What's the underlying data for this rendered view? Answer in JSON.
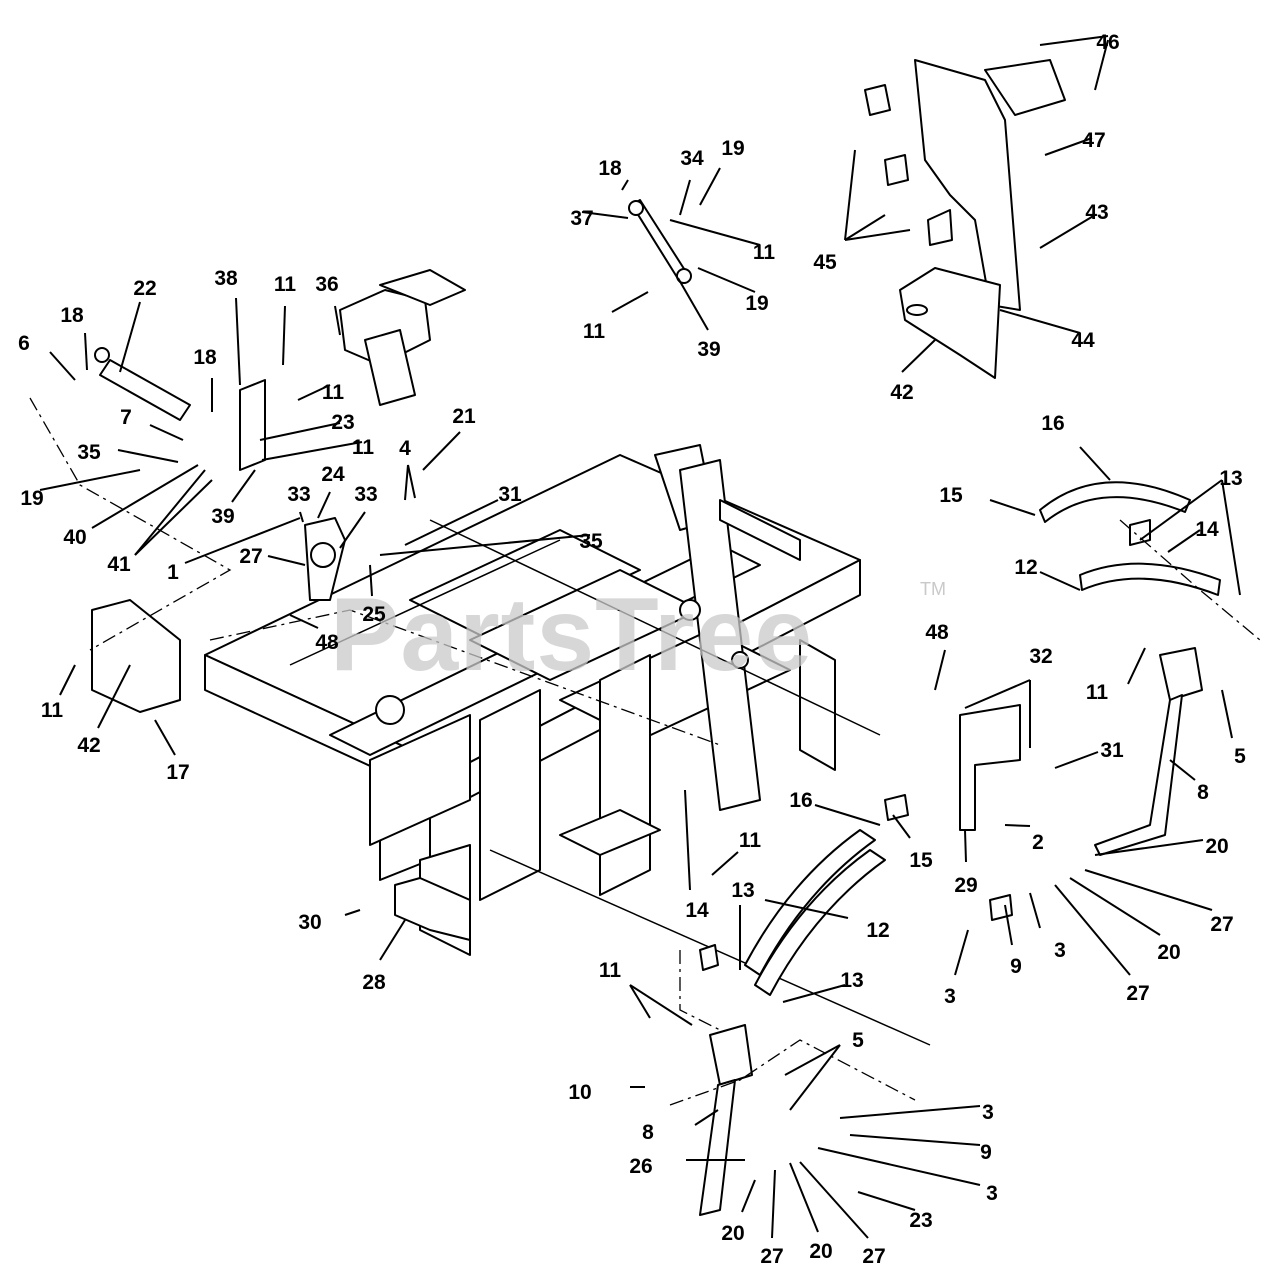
{
  "watermark": {
    "text": "PartsTree",
    "trademark": "TM"
  },
  "callouts": [
    {
      "id": "46a",
      "label": "46"
    },
    {
      "id": "47",
      "label": "47"
    },
    {
      "id": "43",
      "label": "43"
    },
    {
      "id": "44",
      "label": "44"
    },
    {
      "id": "42a",
      "label": "42"
    },
    {
      "id": "45",
      "label": "45"
    },
    {
      "id": "18a",
      "label": "18"
    },
    {
      "id": "34",
      "label": "34"
    },
    {
      "id": "19a",
      "label": "19"
    },
    {
      "id": "37",
      "label": "37"
    },
    {
      "id": "11a",
      "label": "11"
    },
    {
      "id": "19b",
      "label": "19"
    },
    {
      "id": "11b",
      "label": "11"
    },
    {
      "id": "39a",
      "label": "39"
    },
    {
      "id": "22",
      "label": "22"
    },
    {
      "id": "38",
      "label": "38"
    },
    {
      "id": "11c",
      "label": "11"
    },
    {
      "id": "36",
      "label": "36"
    },
    {
      "id": "6",
      "label": "6"
    },
    {
      "id": "18b",
      "label": "18"
    },
    {
      "id": "18c",
      "label": "18"
    },
    {
      "id": "11d",
      "label": "11"
    },
    {
      "id": "7",
      "label": "7"
    },
    {
      "id": "23a",
      "label": "23"
    },
    {
      "id": "21",
      "label": "21"
    },
    {
      "id": "35a",
      "label": "35"
    },
    {
      "id": "11e",
      "label": "11"
    },
    {
      "id": "4",
      "label": "4"
    },
    {
      "id": "19c",
      "label": "19"
    },
    {
      "id": "40",
      "label": "40"
    },
    {
      "id": "39b",
      "label": "39"
    },
    {
      "id": "24",
      "label": "24"
    },
    {
      "id": "33a",
      "label": "33"
    },
    {
      "id": "33b",
      "label": "33"
    },
    {
      "id": "31a",
      "label": "31"
    },
    {
      "id": "41",
      "label": "41"
    },
    {
      "id": "1",
      "label": "1"
    },
    {
      "id": "27a",
      "label": "27"
    },
    {
      "id": "35b",
      "label": "35"
    },
    {
      "id": "25",
      "label": "25"
    },
    {
      "id": "48a",
      "label": "48"
    },
    {
      "id": "11f",
      "label": "11"
    },
    {
      "id": "42b",
      "label": "42"
    },
    {
      "id": "17",
      "label": "17"
    },
    {
      "id": "16a",
      "label": "16"
    },
    {
      "id": "15a",
      "label": "15"
    },
    {
      "id": "13a",
      "label": "13"
    },
    {
      "id": "14a",
      "label": "14"
    },
    {
      "id": "12a",
      "label": "12"
    },
    {
      "id": "48b",
      "label": "48"
    },
    {
      "id": "32",
      "label": "32"
    },
    {
      "id": "11g",
      "label": "11"
    },
    {
      "id": "5a",
      "label": "5"
    },
    {
      "id": "31b",
      "label": "31"
    },
    {
      "id": "8a",
      "label": "8"
    },
    {
      "id": "2",
      "label": "2"
    },
    {
      "id": "20a",
      "label": "20"
    },
    {
      "id": "29",
      "label": "29"
    },
    {
      "id": "27b",
      "label": "27"
    },
    {
      "id": "3a",
      "label": "3"
    },
    {
      "id": "20b",
      "label": "20"
    },
    {
      "id": "9a",
      "label": "9"
    },
    {
      "id": "3b",
      "label": "3"
    },
    {
      "id": "27c",
      "label": "27"
    },
    {
      "id": "16b",
      "label": "16"
    },
    {
      "id": "15b",
      "label": "15"
    },
    {
      "id": "11h",
      "label": "11"
    },
    {
      "id": "30",
      "label": "30"
    },
    {
      "id": "14b",
      "label": "14"
    },
    {
      "id": "13b",
      "label": "13"
    },
    {
      "id": "12b",
      "label": "12"
    },
    {
      "id": "28",
      "label": "28"
    },
    {
      "id": "13c",
      "label": "13"
    },
    {
      "id": "11i",
      "label": "11"
    },
    {
      "id": "5b",
      "label": "5"
    },
    {
      "id": "10",
      "label": "10"
    },
    {
      "id": "8b",
      "label": "8"
    },
    {
      "id": "3c",
      "label": "3"
    },
    {
      "id": "9b",
      "label": "9"
    },
    {
      "id": "26",
      "label": "26"
    },
    {
      "id": "3d",
      "label": "3"
    },
    {
      "id": "23b",
      "label": "23"
    },
    {
      "id": "20c",
      "label": "20"
    },
    {
      "id": "27d",
      "label": "27"
    },
    {
      "id": "20d",
      "label": "20"
    },
    {
      "id": "27e",
      "label": "27"
    }
  ]
}
